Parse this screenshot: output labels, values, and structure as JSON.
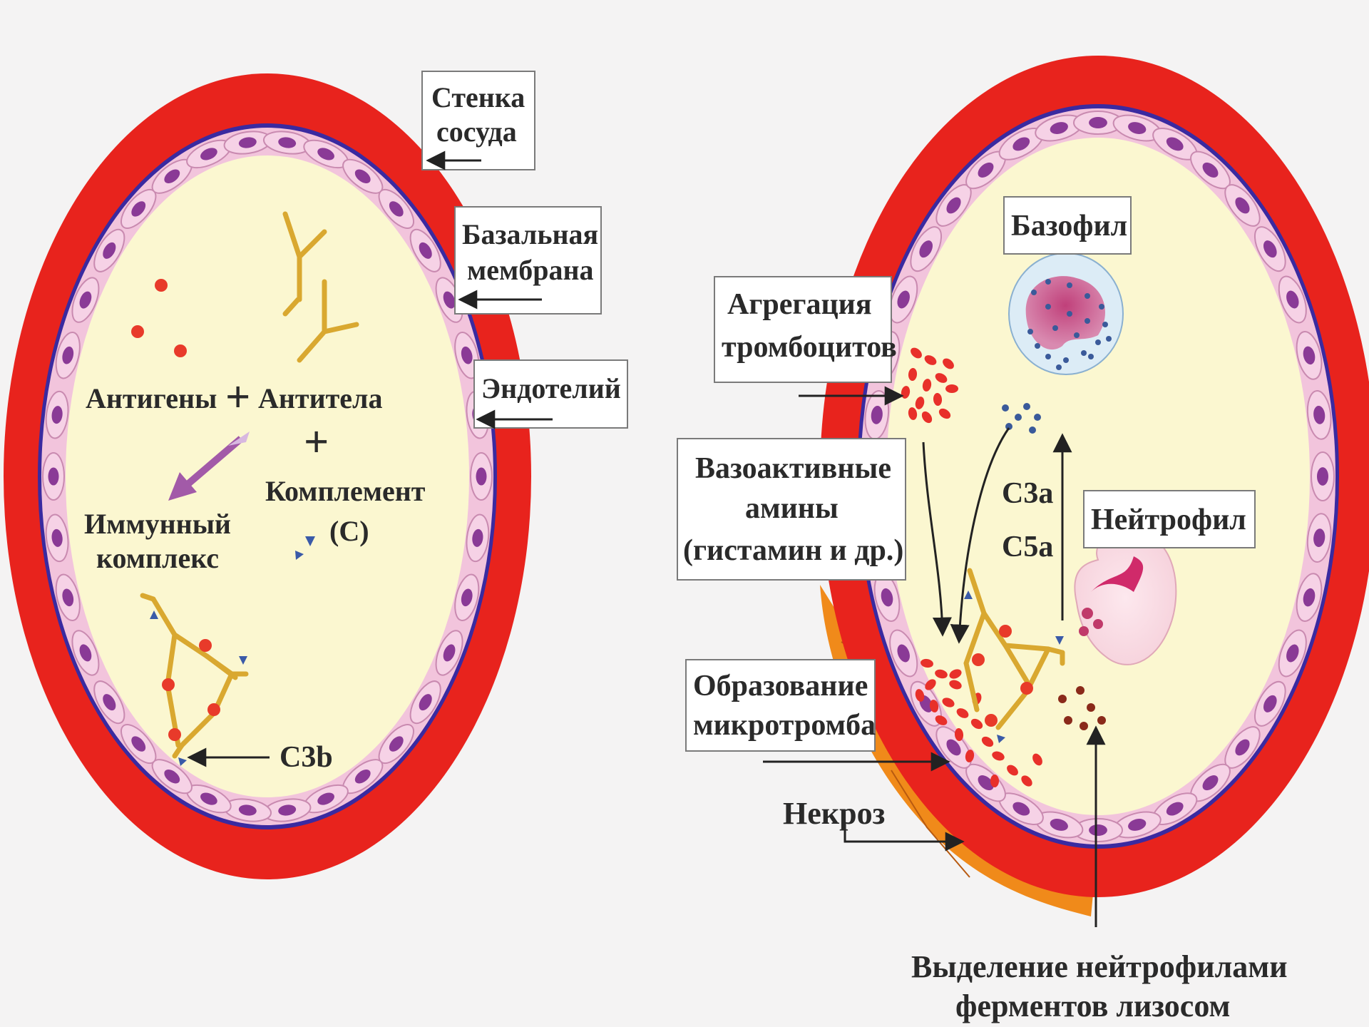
{
  "colors": {
    "vessel_wall": "#e8231d",
    "basement_membrane": "#3a2aa0",
    "endothelium": "#f2c4dc",
    "nucleus": "#8a3a96",
    "lumen": "#fbf7d0",
    "antigen": "#e83a2a",
    "antibody": "#d9a830",
    "complement": "#3a5aa8",
    "necrosis": "#f08a1a",
    "platelet": "#e8302a"
  },
  "left_panel": {
    "vessel_wall_label": [
      "Стенка",
      "сосуда"
    ],
    "basement_membrane_label": [
      "Базальная",
      "мембрана"
    ],
    "endothelium_label": "Эндотелий",
    "antigens_label": "Антигены",
    "plus": "+",
    "antibodies_label": "Антитела",
    "complement_label": "Комплемент",
    "complement_symbol": "(C)",
    "immune_complex_label": [
      "Иммунный",
      "комплекс"
    ],
    "c3b_label": "C3b"
  },
  "right_panel": {
    "basophil_label": "Базофил",
    "neutrophil_label": "Нейтрофил",
    "platelet_aggregation_label": [
      "Агрегация",
      "тромбоцитов"
    ],
    "vasoactive_label": [
      "Вазоактивные",
      "амины",
      "(гистамин и др.)"
    ],
    "c3a_label": "C3a",
    "c5a_label": "C5a",
    "microthrombus_label": [
      "Образование",
      "микротромба"
    ],
    "necrosis_label": "Некроз",
    "lysosome_label": [
      "Выделение нейтрофилами",
      "ферментов лизосом"
    ]
  }
}
